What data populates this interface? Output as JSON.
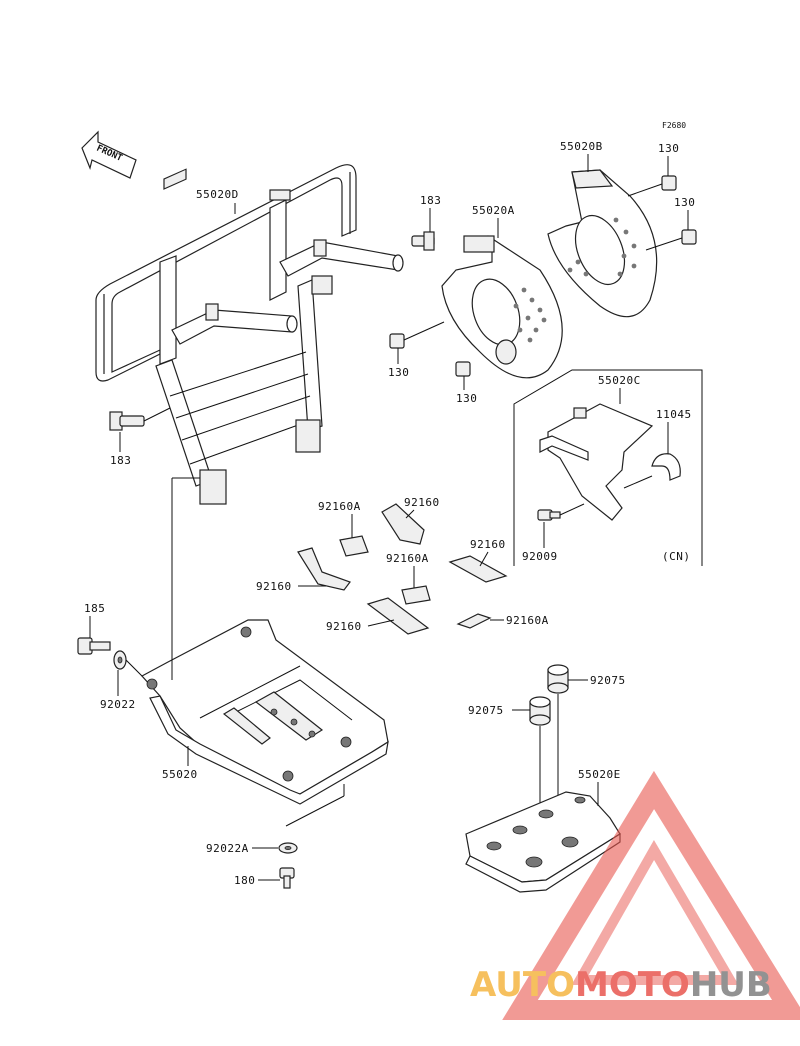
{
  "diagram": {
    "figure_code": "F2680",
    "front_arrow_text": "FRONT",
    "region_note": "(CN)",
    "labels": [
      {
        "id": "55020D",
        "text": "55020D"
      },
      {
        "id": "183a",
        "text": "183"
      },
      {
        "id": "183b",
        "text": "183"
      },
      {
        "id": "55020A",
        "text": "55020A"
      },
      {
        "id": "55020B",
        "text": "55020B"
      },
      {
        "id": "130a",
        "text": "130"
      },
      {
        "id": "130b",
        "text": "130"
      },
      {
        "id": "130c",
        "text": "130"
      },
      {
        "id": "130d",
        "text": "130"
      },
      {
        "id": "55020C",
        "text": "55020C"
      },
      {
        "id": "11045",
        "text": "11045"
      },
      {
        "id": "92009",
        "text": "92009"
      },
      {
        "id": "92160Aa",
        "text": "92160A"
      },
      {
        "id": "92160a",
        "text": "92160"
      },
      {
        "id": "92160Ab",
        "text": "92160A"
      },
      {
        "id": "92160b",
        "text": "92160"
      },
      {
        "id": "92160c",
        "text": "92160"
      },
      {
        "id": "92160d",
        "text": "92160"
      },
      {
        "id": "92160Ac",
        "text": "92160A"
      },
      {
        "id": "185",
        "text": "185"
      },
      {
        "id": "92022",
        "text": "92022"
      },
      {
        "id": "55020",
        "text": "55020"
      },
      {
        "id": "92022A",
        "text": "92022A"
      },
      {
        "id": "180",
        "text": "180"
      },
      {
        "id": "92075a",
        "text": "92075"
      },
      {
        "id": "92075b",
        "text": "92075"
      },
      {
        "id": "55020E",
        "text": "55020E"
      }
    ]
  },
  "watermark": {
    "part1": "AUTO",
    "part2": "MOTO",
    "part3": "HUB",
    "color1": "#f5b642",
    "color2": "#e8574f",
    "color3": "#7f7f7f"
  }
}
